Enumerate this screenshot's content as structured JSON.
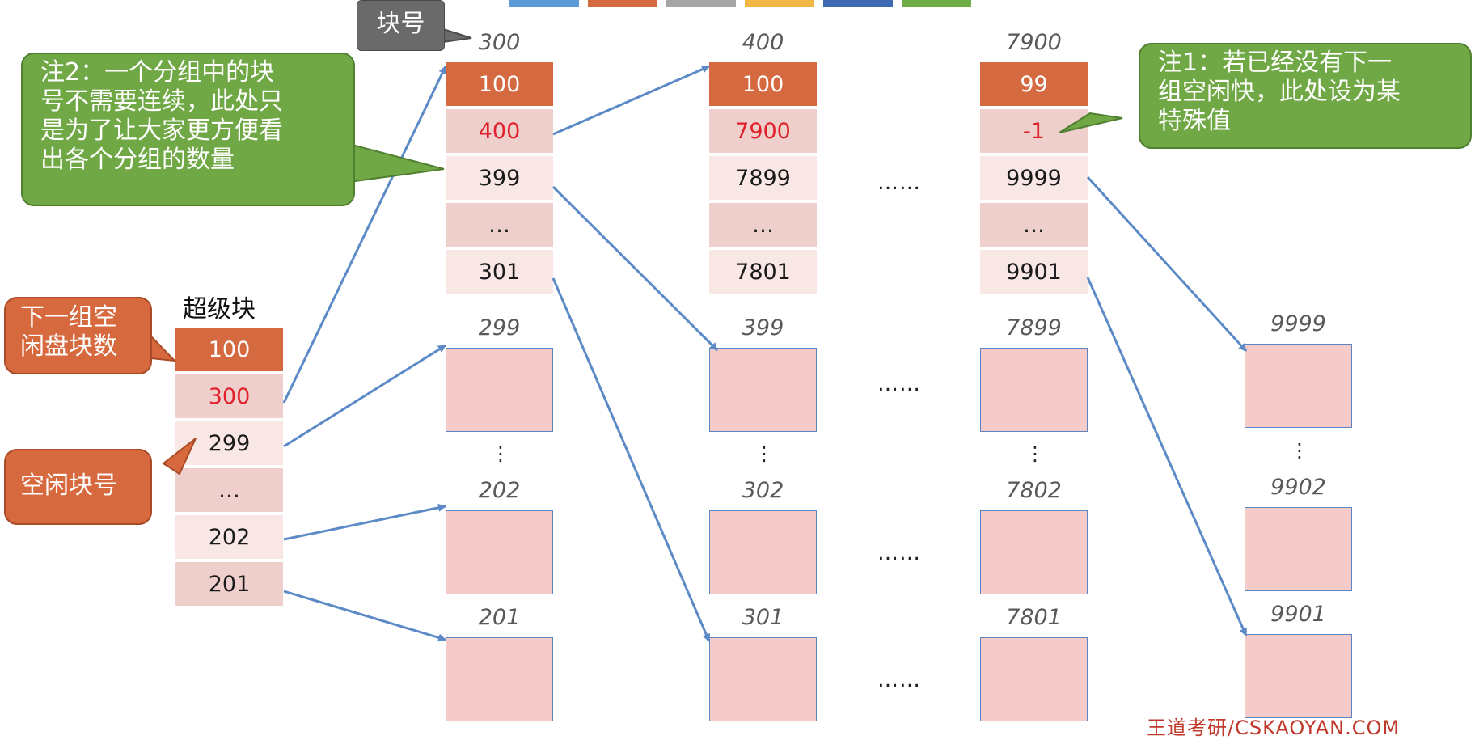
{
  "legend_bar": {
    "colors": [
      "#5b9bd5",
      "#d5693f",
      "#a5a5a5",
      "#f2b845",
      "#3e6bb4",
      "#70ad47"
    ]
  },
  "superblock": {
    "title": "超级块",
    "cells": [
      "100",
      "300",
      "299",
      "…",
      "202",
      "201"
    ]
  },
  "groups": [
    {
      "label": "300",
      "cells": [
        "100",
        "400",
        "399",
        "…",
        "301"
      ]
    },
    {
      "label": "400",
      "cells": [
        "100",
        "7900",
        "7899",
        "…",
        "7801"
      ]
    },
    {
      "label": "7900",
      "cells": [
        "99",
        "-1",
        "9999",
        "…",
        "9901"
      ]
    }
  ],
  "block_columns": [
    {
      "labels": [
        "299",
        "202",
        "201"
      ]
    },
    {
      "labels": [
        "399",
        "302",
        "301"
      ]
    },
    {
      "labels": [
        "7899",
        "7802",
        "7801"
      ]
    },
    {
      "labels": [
        "9999",
        "9902",
        "9901"
      ]
    }
  ],
  "ellipsis_h": "……",
  "ellipsis_v": "⋮",
  "callouts": {
    "block_number": "块号",
    "note2": [
      "注2：一个分组中的块",
      "号不需要连续，此处只",
      "是为了让大家更方便看",
      "出各个分组的数量"
    ],
    "note1": [
      "注1：若已经没有下一",
      "组空闲快，此处设为某",
      "特殊值"
    ],
    "next_group_count": [
      "下一组空",
      "闲盘块数"
    ],
    "free_block_number": "空闲块号"
  },
  "footer": "王道考研/CSKAOYAN.COM"
}
